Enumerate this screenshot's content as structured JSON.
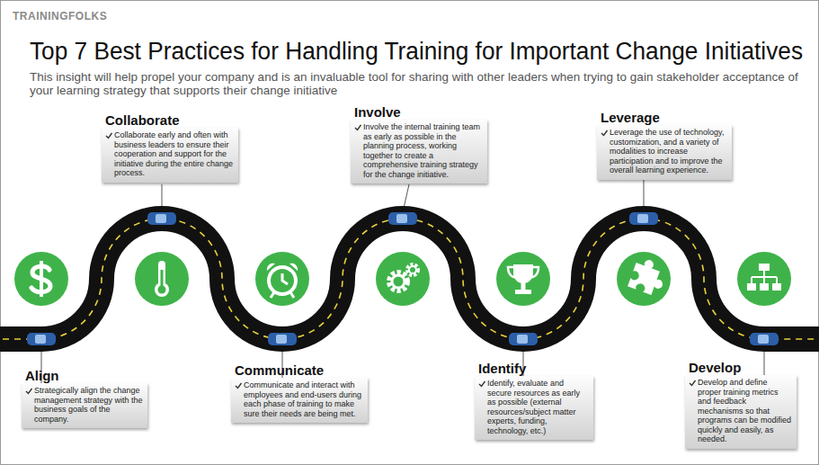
{
  "diagram": {
    "title": "Top 7 Best Practices for Handling Training for Important Change Initiatives",
    "nodes": [
      {
        "text": [
          "Align",
          "Strategically align the change management strategy with the business goals of the company."
        ]
      },
      {
        "text": [
          "Collaborate",
          "Collaborate early and often with business leaders to ensure their cooperation and support for the initiative during the entire change process."
        ]
      },
      {
        "text": [
          "Communicate",
          "Communicate and interact with employees and end-users during each phase of training to make sure their needs are being met."
        ]
      },
      {
        "text": [
          "Involve",
          "Involve the internal training team as early as possible in the planning process, working together to create a comprehensive training strategy for the change initiative."
        ]
      },
      {
        "text": [
          "Identify",
          "Identify, evaluate and secure resources as early as possible (external resources/subject matter experts, funding, technology, etc.)"
        ]
      },
      {
        "text": [
          "Leverage",
          "Leverage the use of technology, customization, and a variety of modalities to increase participation and to improve the overall learning experience."
        ]
      },
      {
        "text": [
          "Develop",
          "Develop and define proper training metrics and feedback mechanisms so that programs can be modified quickly and easily, as needed."
        ]
      }
    ],
    "labels": [
      "TRAININGFOLKS",
      "This insight will help propel your company and is an invaluable tool for sharing with other leaders when trying to gain stakeholder acceptance of your learning strategy that supports their change initiative"
    ]
  }
}
